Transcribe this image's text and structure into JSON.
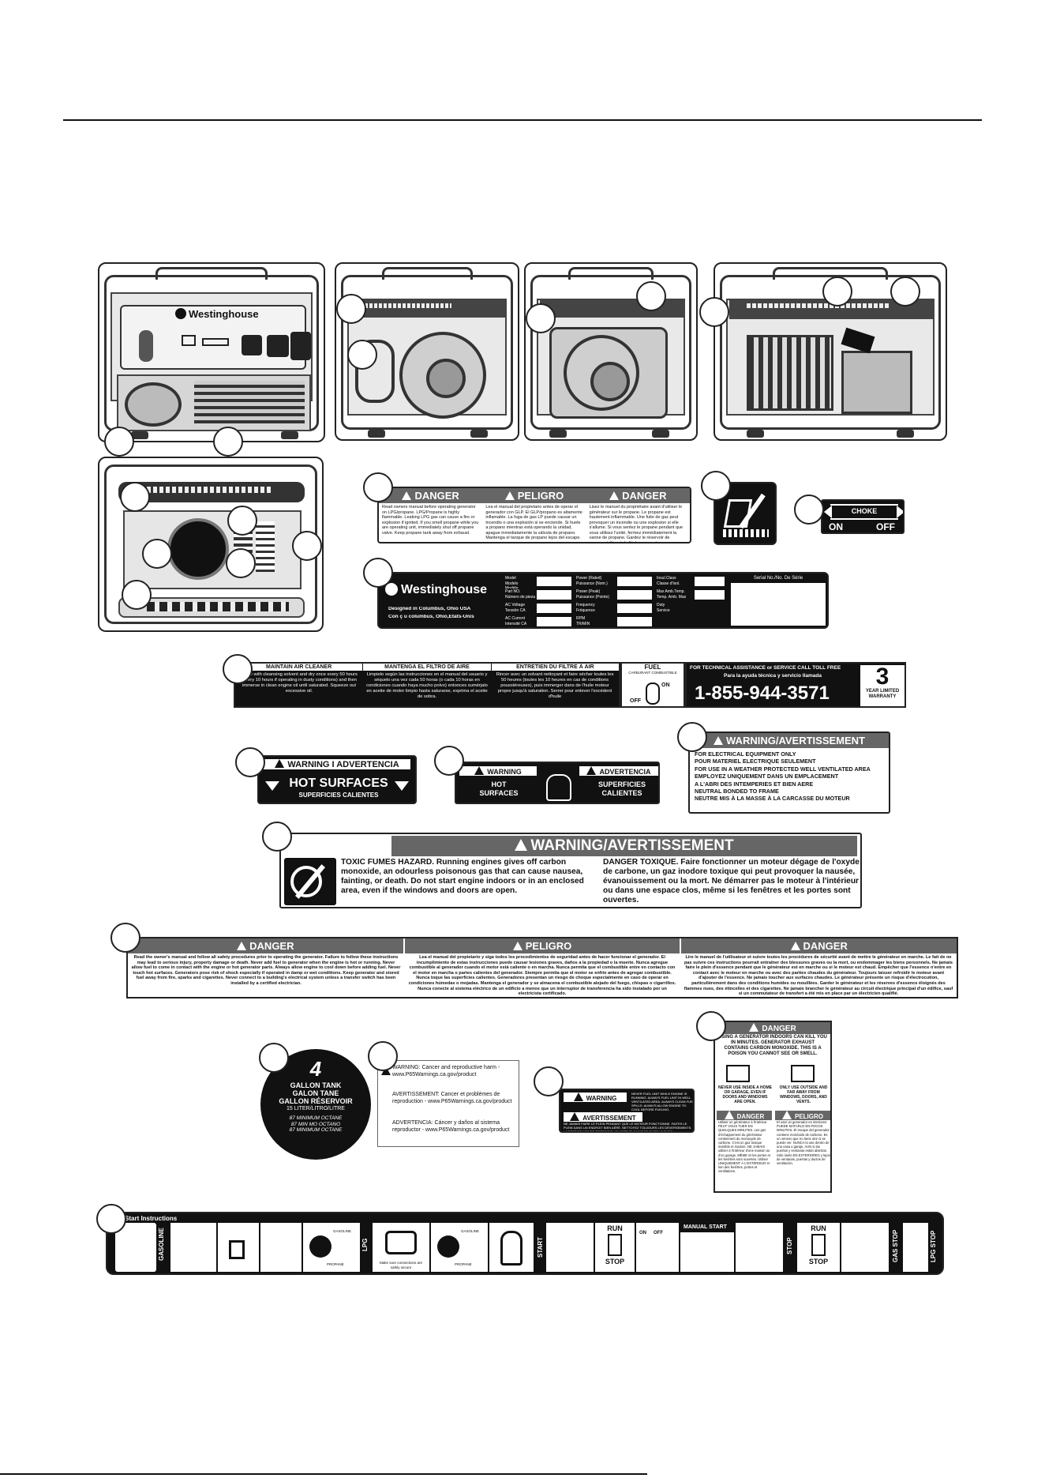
{
  "views": {
    "front_brand": "Westinghouse"
  },
  "danger_small": {
    "headers": [
      "DANGER",
      "PELIGRO",
      "DANGER"
    ],
    "texts": [
      "Read owners manual before operating generator on LPG/propane. LPG/Propane is highly flammable. Leaking LPG gas can cause a fire or explosion if ignited. If you smell propane while you are operating unit, immediately shut off propane valve. Keep propane tank away from exhaust.",
      "Lea el manual del propietario antes de operar el generador con GLP. El GLP/propano es altamente inflamable. La fuga de gas LP puede causar un incendio o una explosión si se enciende. Si huele a propano mientras está operando la unidad, apague inmediatamente la válvula de propano. Mantenga el tanque de propano lejos del escape.",
      "Lisez le manuel du propriétaire avant d'utiliser le générateur sur le propane. Le propane est hautement inflammable. Une fuite de gaz peut provoquer un incendie ou une explosion si elle s'allume. Si vous sentez le propane pendant que vous utilisez l'unité, fermez immédiatement la vanne de propane. Gardez le réservoir de propane à l'écart de l'échappement."
    ]
  },
  "choke": {
    "title": "CHOKE",
    "on": "ON",
    "off": "OFF"
  },
  "spec_plate": {
    "brand": "Westinghouse",
    "left_fields": [
      "Model\nModelo\nModèle",
      "Part NO.\nNúmero de pieza",
      "AC Voltage\nTensión CA",
      "AC Current\nIntensité CA"
    ],
    "mid_fields": [
      "Power (Rated)\nPuissance (Nom.)",
      "Power (Peak)\nPuissance (Pointe)",
      "Frequency\nFréquence",
      "RPM\nTR/MIN"
    ],
    "right_fields": [
      "Insul.Class\nClasse d'Isol.",
      "Max Amb.Temp.\nTemp. Amb. Max",
      "Duty\nService"
    ],
    "serial": "Serial No./No. De Série",
    "designed": "Designed in Columbus, Ohio USA",
    "designed_fr": "Con ç u columbus, Ohio,Etats-Unis"
  },
  "air_cleaner": {
    "headers": [
      "MAINTAIN AIR CLEANER",
      "MANTENGA EL FILTRO DE AIRE",
      "ENTRETIEN DU FILTRE À AIR"
    ],
    "texts": [
      "Rinse with cleansing solvent and dry once every 50 hours (every 10 hours if operating in dusty conditions) and then immerse in clean engine oil until saturated. Squeeze out excessive oil.",
      "Limpielo según las instrucciones en el manual del usuario y séquelo una vez cada 50 horas (o cada 10 horas en condiciones cuando haya mucho polvo) entonces sumérjalo en aceite de motor limpio hasta saturarse, exprima el aceite de sobra.",
      "Rincer avec un solvant nettoyant et faire sécher toutes les 50 heures (toutes les 10 heures en cas de conditions poussiéreuses), puis immerger dans de l'huile moteur propre jusqu'à saturation. Serrer pour enlever l'excédent d'huile"
    ]
  },
  "fuel": {
    "title": "FUEL",
    "subtitle": "CARBURANT COMBUSTIBLE",
    "on": "ON",
    "off": "OFF"
  },
  "support": {
    "line1": "FOR TECHNICAL ASSISTANCE or SERVICE CALL TOLL FREE",
    "line2": "Para la ayuda técnica y servicio llamada",
    "phone": "1-855-944-3571",
    "warranty_num": "3",
    "warranty_text": "YEAR LIMITED WARRANTY"
  },
  "hot1": {
    "title": "WARNING I ADVERTENCIA",
    "main": "HOT SURFACES",
    "sub": "SUPERFICIES CALIENTES"
  },
  "hot2": {
    "warning": "WARNING",
    "advertencia": "ADVERTENCIA",
    "en": "HOT SURFACES",
    "es": "SUPERFICIES CALIENTES"
  },
  "elec_warning": {
    "title": "WARNING/AVERTISSEMENT",
    "lines": [
      "FOR ELECTRICAL EQUIPMENT ONLY",
      "POUR MATERIEL ELECTRIQUE SEULEMENT",
      "FOR USE IN A WEATHER PROTECTED WELL VENTILATED AREA",
      "EMPLOYEZ UNIQUEMENT DANS UN EMPLACEMENT",
      "A L'ABRI DES INTEMPERIES ET BIEN AERE",
      "NEUTRAL BONDED TO FRAME",
      "NEUTRE MIS À LA MASSE À LA CARCASSE DU MOTEUR"
    ]
  },
  "toxic": {
    "title": "WARNING/AVERTISSEMENT",
    "en": "TOXIC FUMES HAZARD. Running engines gives off carbon monoxide, an odourless poisonous gas that can cause nausea, fainting, or death. Do not start engine indoors or in an enclosed area, even if the windows and doors are open.",
    "fr": "DANGER TOXIQUE. Faire fonctionner un moteur dégage de l'oxyde de carbone, un gaz inodore toxique qui peut provoquer la nausée, évanouissement ou la mort. Ne démarrer pas le moteur à l'intérieur ou dans une espace clos, même si les fenêtres et les portes sont ouvertes."
  },
  "danger_large": {
    "headers": [
      "DANGER",
      "PELIGRO",
      "DANGER"
    ],
    "texts": [
      "Read the owner's manual and follow all safety procedures prior to operating the generator. Failure to follow these instructions may lead to serious injury, property damage or death. Never add fuel to generator when the engine is hot or running. Never allow fuel to come in contact with the engine or hot generator parts. Always allow engine to cool down before adding fuel. Never touch hot surfaces. Generators pose risk of shock especially if operated in damp or wet conditions. Keep generator and stored fuel away from fire, sparks and cigarettes. Never connect to a building's electrical system unless a transfer switch has been installed by a certified electrician.",
      "Lea el manual del propietario y siga todos los procedimientos de seguridad antes de hacer funcionar el generador. El incumplimiento de estas instrucciones puede causar lesiones graves, daños a la propiedad o la muerte. Nunca agregue combustible al generador cuando el motor está caliente o en marcha. Nunca permita que el combustible entre en contacto con el motor en marcha o partes calientes del generador. Siempre permita que el motor se enfríe antes de agregar combustible. Nunca toque las superficies calientes. Generadores presentan un riesgo de choque especialmente en caso de operar en condiciones húmedas o mojadas. Mantenga el generador y se almacena el combustible alejado del fuego, chispas o cigarrillos. Nunca conecte al sistema eléctrico de un edificio a menos que un interruptor de transferencia ha sido instalado por un electricista certificado.",
      "Lire le manuel de l'utilisateur et suivre toutes les procédures de sécurité avant de mettre le générateur en marche. Le fait de ne pas suivre ces instructions pourrait entraîner des blessures graves ou la mort, ou endommager les biens personnels. Ne jamais faire le plein d'essence pendant que le générateur est en marche ou si le moteur est chaud. Empêcher que l'essence n'entre en contact avec le moteur en marche ou avec des parties chaudes du générateur. Toujours laisser refroidir le moteur avant d'ajouter de l'essence. Ne jamais toucher aux surfaces chaudes. Le générateur présente un risque d'électrocution, particulièrement dans des conditions humides ou mouillées. Garder le générateur et les réserves d'essence éloignés des flammes nues, des étincelles et des cigarettes. Ne jamais brancher le générateur au circuit électrique principal d'un édifice, sauf si un commutateur de transfert a été mis en place par un électricien qualifié."
    ]
  },
  "tank": {
    "number": "4",
    "line1": "GALLON TANK",
    "line2": "GALON TANE",
    "line3": "GALLON RÉSERVOIR",
    "line4": "15 LITER/LITRO/LITRE",
    "octane1": "87 MINIMUM OCTANE",
    "octane2": "87 MIN MO OCTANO",
    "octane3": "87 MINIMUM OCTANE"
  },
  "p65": {
    "en": "WARNING: Cancer and reproductive harm - www.P65Warnings.ca.gov/product",
    "fr": "AVERTISSEMENT: Cancer et problèmes de reproduction - www.P65Warnings.ca.gov/product",
    "es": "ADVERTENCIA: Cáncer y daños al sistema reproductor - www.P65Warnings.ca.gov/product"
  },
  "fuel_warn": {
    "warning": "WARNING",
    "avert": "AVERTISSEMENT",
    "t1": "NEVER FUEL UNIT WHILE ENGINE IS RUNNING. ALWAYS FUEL UNIT IN WELL VENTILATED AREA. ALWAYS CLEAN FUEL SPILLS. ALWAYS ALLOW ENGINE TO COOL BEFORE FUELING.",
    "t2": "NE JAMAIS FAIRE LE PLEIN PENDANT QUE LE MOTEUR FONCTIONNE. FAITES LE PLEIN DANS UN ENDROIT BIEN AÉRÉ. NETTOYEZ TOUJOURS LES DÉVERSEMENTS. LAISSEZ TOUJOURS REFROIDIR LE MOTEUR AVANT DE FAIRE LE PLEIN."
  },
  "co_danger": {
    "title": "DANGER",
    "text": "USING A GENERATOR INDOORS CAN KILL YOU IN MINUTES. GENERATOR EXHAUST CONTAINS CARBON MONOXIDE. THIS IS A POISON YOU CANNOT SEE OR SMELL.",
    "never": "NEVER USE INSIDE A HOME OR GARAGE, EVEN IF DOORS AND WINDOWS ARE OPEN.",
    "only": "ONLY USE OUTSIDE AND FAR AWAY FROM WINDOWS, DOORS, AND VENTS.",
    "danger_fr": "DANGER",
    "peligro": "PELIGRO",
    "fr_text": "Utiliser un générateur à l'intérieur PEUT VOUS TUER EN QUELQUES MINUTES. Les gaz d'échappement du générateur contiennent du monoxyde de carbone. C'est un gaz toxique invisible et inodore. NE JAMAIS utiliser à l'intérieur d'une maison ou d'un garage, MÊME SI les portes et les fenêtres sont ouvertes. Utiliser UNIQUEMENT À L'EXTÉRIEUR et loin des fenêtres, portes et ventilations.",
    "es_text": "El usar un generador en interiores PUEDE MATARLO EN POCOS MINUTOS. El escape del generador contiene monóxido de carbono. Es un veneno que no tiene olor ni se puede ver. NUNCA lo use dentro de una casa o garaje, AUN si las puertas y ventanas están abiertas. Sólo úselo EN EXTERIORES y lejos de ventanas, puertas y ductos de ventilación."
  },
  "start": {
    "title": "Start Instructions",
    "gasoline": "GASOLINE",
    "lpg": "LPG",
    "start_tag": "START",
    "run": "RUN",
    "stop": "STOP",
    "manual_start": "MANUAL START",
    "stop_tag": "STOP",
    "run2": "RUN",
    "stop2": "STOP",
    "gas_stop": "GAS STOP",
    "lpg_stop": "LPG STOP",
    "gasoline_knob": "GASOLINE",
    "propane_knob": "PROPANE",
    "gasoline_knob2": "GASOLINE",
    "propane_knob2": "PROPANE",
    "lpg_note": "Make sure connections are safely secure",
    "on": "ON",
    "off": "OFF"
  }
}
